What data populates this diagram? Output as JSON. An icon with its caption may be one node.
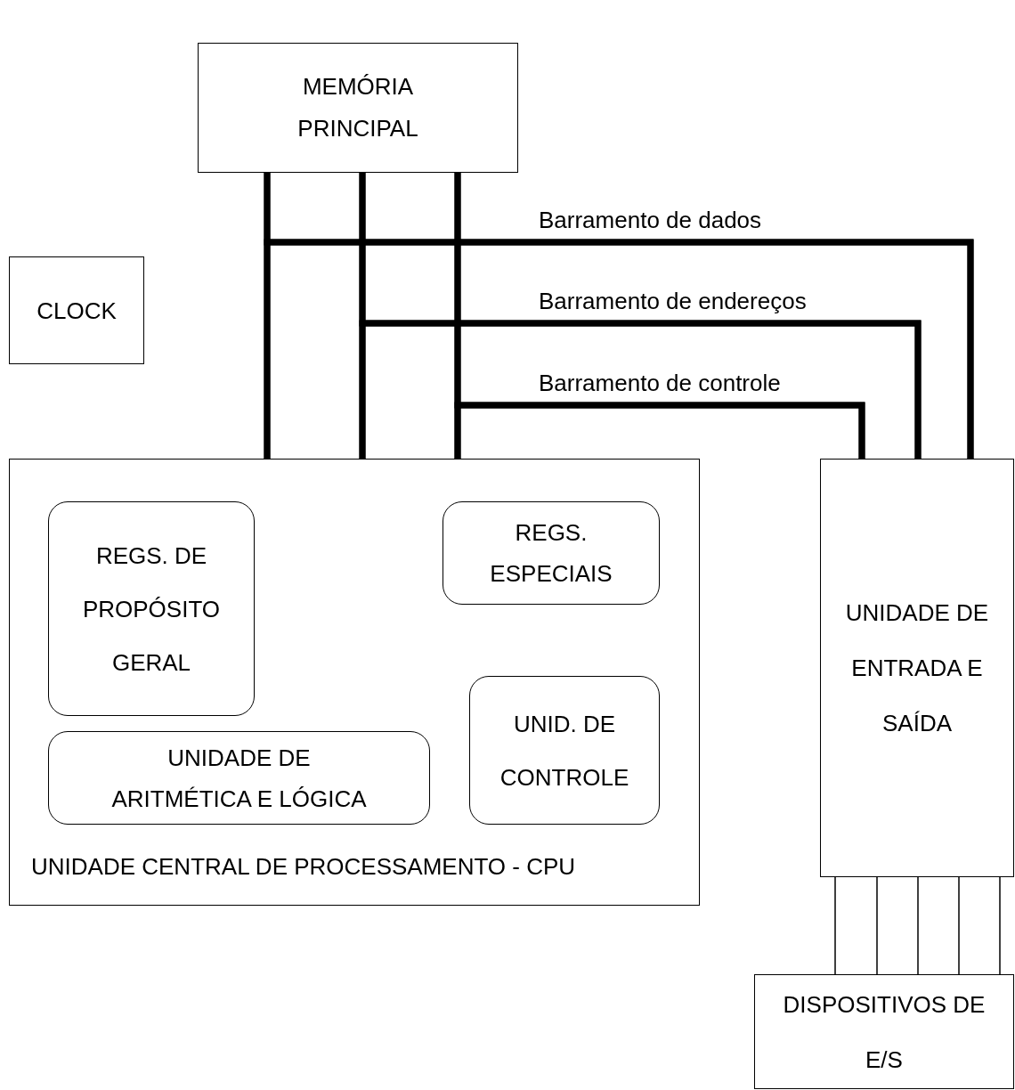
{
  "diagram": {
    "nodes": [
      {
        "text": [
          "MEMÓRIA PRINCIPAL"
        ]
      },
      {
        "text": [
          "CLOCK"
        ]
      },
      {
        "text": [
          "UNIDADE CENTRAL DE PROCESSAMENTO - CPU"
        ]
      },
      {
        "text": [
          "REGS. DE PROPÓSITO GERAL"
        ],
        "in": 2
      },
      {
        "text": [
          "REGS. ESPECIAIS"
        ],
        "in": 2
      },
      {
        "text": [
          "UNIDADE DE ARITMÉTICA E LÓGICA"
        ],
        "in": 2
      },
      {
        "text": [
          "UNID. DE CONTROLE"
        ],
        "in": 2
      },
      {
        "text": [
          "UNIDADE DE ENTRADA E SAÍDA"
        ]
      },
      {
        "text": [
          "DISPOSITIVOS DE E/S"
        ]
      }
    ],
    "edges": [
      {
        "from": 0,
        "to": 2,
        "arrow": "none"
      },
      {
        "from": 0,
        "to": 7,
        "arrow": "none",
        "label": "Barramento de dados"
      },
      {
        "from": 2,
        "to": 7,
        "arrow": "none"
      },
      {
        "from": 0,
        "to": 2,
        "arrow": "none"
      },
      {
        "from": 0,
        "to": 7,
        "arrow": "none",
        "label": "Barramento de endereços"
      },
      {
        "from": 2,
        "to": 7,
        "arrow": "none"
      },
      {
        "from": 0,
        "to": 2,
        "arrow": "none"
      },
      {
        "from": 0,
        "to": 7,
        "arrow": "none",
        "label": "Barramento de controle"
      },
      {
        "from": 2,
        "to": 7,
        "arrow": "none"
      },
      {
        "from": 7,
        "to": 8,
        "arrow": "none"
      },
      {
        "from": 7,
        "to": 8,
        "arrow": "none"
      },
      {
        "from": 7,
        "to": 8,
        "arrow": "none"
      },
      {
        "from": 7,
        "to": 8,
        "arrow": "none"
      },
      {
        "from": 7,
        "to": 8,
        "arrow": "none"
      }
    ]
  }
}
